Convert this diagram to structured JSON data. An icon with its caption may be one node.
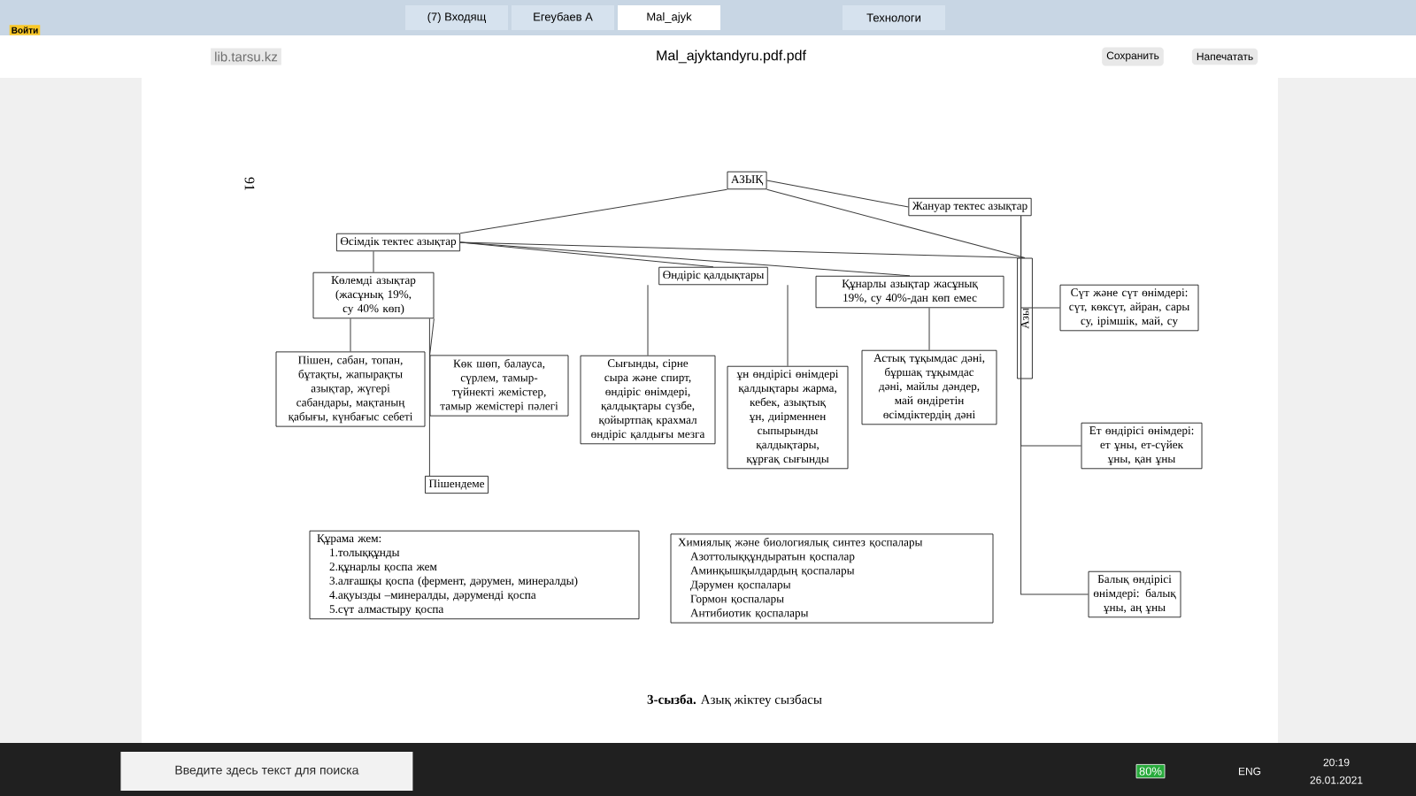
{
  "diagram": {
    "caption": "**3-сызба.** Азық жіктеу сызбасы",
    "nodes": [
      {
        "text": [
          "АЗЫҚ"
        ]
      },
      {
        "text": [
          "Жануар тектес азықтар"
        ]
      },
      {
        "text": [
          "Өсімдік тектес азықтар"
        ]
      },
      {
        "text": [
          "Көлемді азықтар (жасұнық 19%, су 40% көп)"
        ]
      },
      {
        "text": [
          "Өндіріс қалдықтары"
        ]
      },
      {
        "text": [
          "Құнарлы азықтар жасұнық 19%, су 40%-дан көп емес"
        ]
      },
      {
        "text": [
          "Азы"
        ]
      },
      {
        "text": [
          "Сүт және сүт өнімдері: сүт, көксүт, айран, сары су, ірімшік, май, су"
        ]
      },
      {
        "text": [
          "Пішен, сабан, топан, бұтақты, жапырақты азықтар, жүгері сабандары, мақтаның қабығы, күнбағыс себеті"
        ]
      },
      {
        "text": [
          "Көк шөп, балауса, сүрлем, тамыр-түйнекті жемістер, тамыр жемістері пәлегі"
        ]
      },
      {
        "text": [
          "Сығынды, сірне сыра және спирт, өндіріс өнімдері, қалдықтары сүзбе, қойыртпақ крахмал өндіріс қалдығы мезга"
        ]
      },
      {
        "text": [
          "ұн өндірісі өнімдері қалдықтары жарма, кебек, азықтық ұн, диірменнен сыпырынды қалдықтары, құрғақ сығынды"
        ]
      },
      {
        "text": [
          "Астық тұқымдас дәні, бұршақ тұқымдас дәні, майлы дәндер, май өндіретін өсімдіктердің дәні"
        ]
      },
      {
        "text": [
          "Ет өндірісі өнімдері: ет ұны, ет-сүйек ұны, қан ұны"
        ]
      },
      {
        "text": [
          "Пішендеме"
        ]
      },
      {
        "text": [
          "Құрама жем:",
          "1.толыққұнды",
          "2.құнарлы қоспа жем",
          "3.алғашқы қоспа (фермент, дәрумен, минералды)",
          "4.ақуызды –минералды, дәруменді қоспа",
          "5.сүт алмастыру қоспа"
        ]
      },
      {
        "text": [
          "Химиялық және биологиялық синтез қоспалары",
          "Азоттолыққұндыратын қоспалар",
          "Аминқышқылдардың қоспалары",
          "Дәрумен қоспалары",
          "Гормон қоспалары",
          "Антибиотик қоспалары"
        ]
      },
      {
        "text": [
          "Балық өндірісі өнімдері: балық ұны, аң ұны"
        ]
      }
    ],
    "edges": [
      {
        "from": 0,
        "to": 2,
        "arrow": "none"
      },
      {
        "from": 0,
        "to": 1,
        "arrow": "none"
      },
      {
        "from": 0,
        "to": 6,
        "arrow": "none"
      },
      {
        "from": 2,
        "to": 3,
        "arrow": "none"
      },
      {
        "from": 2,
        "to": 4,
        "arrow": "none"
      },
      {
        "from": 2,
        "to": 5,
        "arrow": "none"
      },
      {
        "from": 2,
        "to": 6,
        "arrow": "none"
      },
      {
        "from": 3,
        "to": 8,
        "arrow": "none"
      },
      {
        "from": 3,
        "to": 9,
        "arrow": "none"
      },
      {
        "from": 3,
        "to": 14,
        "arrow": "none"
      },
      {
        "from": 4,
        "to": 10,
        "arrow": "none"
      },
      {
        "from": 4,
        "to": 11,
        "arrow": "none"
      },
      {
        "from": 5,
        "to": 12,
        "arrow": "none"
      },
      {
        "from": 1,
        "to": 7,
        "arrow": "none"
      },
      {
        "from": 1,
        "to": 13,
        "arrow": "none"
      },
      {
        "from": 1,
        "to": 17,
        "arrow": "none"
      }
    ],
    "labels": [
      "Войти",
      "(7) Входящ",
      "Егеубаев А",
      "Mal_ajyk",
      "Технологи",
      "lib.tarsu.kz",
      "Mal_ajyktandyru.pdf.pdf",
      "Сохранить",
      "Напечатать",
      "91",
      "Введите здесь текст для поиска",
      "80%",
      "ENG",
      "20:19",
      "26.01.2021"
    ]
  }
}
